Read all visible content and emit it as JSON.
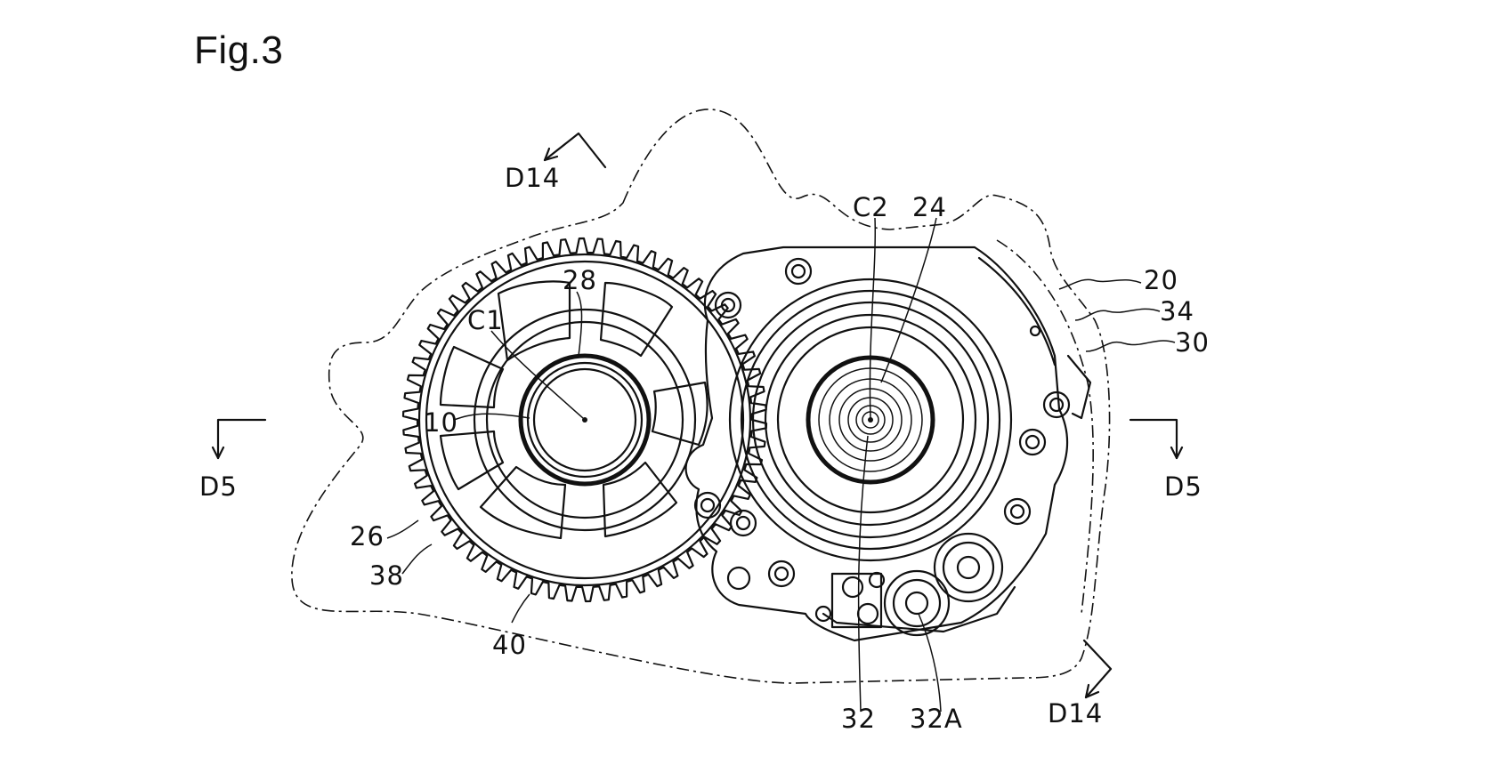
{
  "figure": {
    "title": "Fig.3",
    "labels": {
      "d14_top": "D14",
      "d14_bottom": "D14",
      "d5_left": "D5",
      "d5_right": "D5",
      "c1": "C1",
      "c2": "C2",
      "ref_10": "10",
      "ref_20": "20",
      "ref_24": "24",
      "ref_26": "26",
      "ref_28": "28",
      "ref_30": "30",
      "ref_32": "32",
      "ref_32a": "32A",
      "ref_34": "34",
      "ref_38": "38",
      "ref_40": "40"
    }
  }
}
